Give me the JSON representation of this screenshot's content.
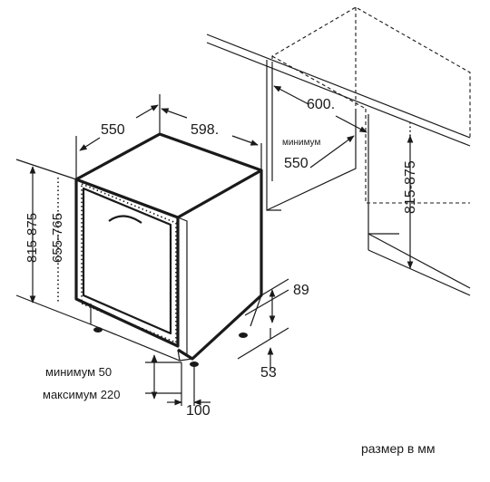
{
  "dimensions": {
    "depth_550": "550",
    "width_598": "598.",
    "niche_width_600": "600.",
    "niche_minimum": "минимум",
    "niche_depth_550": "550",
    "niche_height_815_875": "815-875",
    "height_815_875": "815-875",
    "height_655_765": "655-765",
    "plinth_89": "89",
    "plinth_53": "53",
    "foot_100": "100",
    "minimum_50": "минимум 50",
    "maximum_220": "максимум 220"
  },
  "footer": {
    "units": "размер в мм"
  },
  "icons": [
    "arrow-icon",
    "foot-icon",
    "handle-icon"
  ]
}
